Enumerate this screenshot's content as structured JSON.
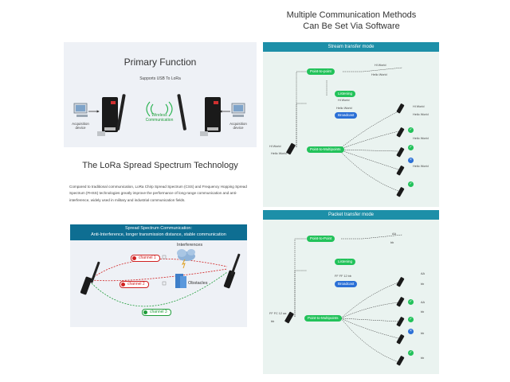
{
  "primary": {
    "title": "Primary Function",
    "subtitle": "Supports USB To LoRa",
    "left_device_label": "Acquisition device",
    "right_device_label": "Acquisition device",
    "wireless_label": "Wireless Communication"
  },
  "lora": {
    "title": "The LoRa Spread Spectrum Technology",
    "description": "Compared to traditional communication, LoRa Chirp Spread Spectrum (CSS) and Frequency Hopping Spread Spectrum (FHSS) technologies greatly improve the performance of long-range communication and anti-interference, widely used in military and industrial communication fields.",
    "panel_title": "Spread Spectrum Communication:",
    "panel_subtitle": "Anti-Interference, longer transmission distance, stable communication",
    "channel1": "channel 1",
    "channel2": "channel 2",
    "channel3": "channel 3",
    "interferences": "Interferences",
    "obstacles": "Obstacles"
  },
  "methods": {
    "title_line1": "Multiple Communication Methods",
    "title_line2": "Can Be Set Via Software"
  },
  "stream": {
    "header": "Stream transfer mode",
    "point_to_point": "Point-to-point",
    "listening": "Listening",
    "broadcast": "Broadcast",
    "point_to_multipoints": "Point-to-Multipoints",
    "hi_world": "Hi World",
    "hello_world": "Hello World"
  },
  "packet": {
    "header": "Packet transfer mode",
    "point_to_point": "Point-to-Point",
    "listening": "Listening",
    "broadcast": "Broadcast",
    "point_to_multipoints": "Point-to-Multipoints",
    "ff_ff_12_bb": "FF FF 12 bb",
    "ff_fc_12_aa": "FF FC 12 aa",
    "aa": "AA",
    "bb": "bb"
  },
  "colors": {
    "accent": "#1d8fa8",
    "panel_header": "#0e6e92",
    "green": "#22c25a",
    "blue": "#2a6fd6",
    "red": "#d02020"
  }
}
